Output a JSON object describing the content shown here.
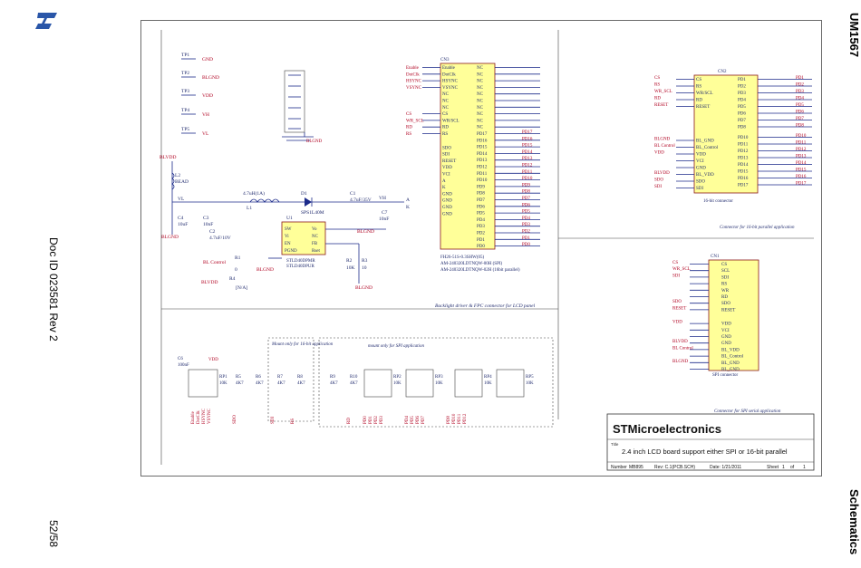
{
  "header": {
    "doc_number": "UM1567",
    "section": "Schematics",
    "doc_id": "Doc ID 023581 Rev 2",
    "page": "52/58"
  },
  "colors": {
    "frame": "#6a6a6a",
    "wire": "#1b2a8a",
    "net": "#b00020",
    "chip_fill": "#ffff99",
    "logo": "#2a56a8"
  },
  "icons": {
    "logo": "st-logo-icon"
  },
  "schematic": {
    "test_points": [
      {
        "ref": "TP1",
        "net": "GND"
      },
      {
        "ref": "TP2",
        "net": "BLGND"
      },
      {
        "ref": "TP3",
        "net": "VDD"
      },
      {
        "ref": "TP4",
        "net": "VH"
      },
      {
        "ref": "TP5",
        "net": "VL"
      }
    ],
    "backlight": {
      "blvdd": "BLVDD",
      "l2": "L2",
      "bead": "BEAD",
      "vl": "VL",
      "vh": "VH",
      "l1": "4.7uH(1A)",
      "l1_ref": "L1",
      "d1": "D1",
      "d1_part": "SPS1L40M",
      "c1": "C1",
      "c1_val": "4.7uF/35V",
      "c7": "C7",
      "c7_val": "10nF",
      "c4": "C4",
      "c4_val": "10uF",
      "c3": "C3",
      "c3_val": "10nF",
      "c2": "C2",
      "c2_val": "4.7uF/10V",
      "u1": "U1",
      "u1_part1": "STLD40DPMR",
      "u1_part2": "STLD40DPUR",
      "u1_pins_left": [
        "SW",
        "Vi",
        "EN",
        "PGND"
      ],
      "u1_pins_right": [
        "Vo",
        "NC",
        "FB",
        "Rset"
      ],
      "r1": "R1",
      "r1_val": "0",
      "r4": "R4",
      "r4_val": "[N/A]",
      "r2": "R2",
      "r2_val": "10K",
      "r3": "R3",
      "r3_val": "10",
      "bl_control": "BL Control",
      "blgnd": "BLGND",
      "a": "A",
      "k": "K",
      "caption": "Backlight driver & FPC connector for LCD panel"
    },
    "cn3": {
      "ref": "CN3",
      "left_nets": [
        "Enable",
        "DotClk",
        "HSYNC",
        "VSYNC",
        "",
        "",
        "",
        "CS",
        "WR_SCL",
        "RD",
        "RS",
        "",
        "",
        "",
        "",
        "",
        "",
        "",
        "",
        "",
        "",
        "",
        "",
        "",
        "",
        "",
        "",
        ""
      ],
      "pins_left": [
        "Enable",
        "DotClk",
        "HSYNC",
        "VSYNC",
        "NC",
        "NC",
        "NC",
        "CS",
        "WR/SCL",
        "RD",
        "RS",
        "SDO",
        "SDI",
        "RESET",
        "VDD",
        "VCI",
        "A",
        "K",
        "GND",
        "GND",
        "GND",
        "GND"
      ],
      "pins_right": [
        "NC",
        "NC",
        "NC",
        "NC",
        "NC",
        "NC",
        "NC",
        "NC",
        "NC",
        "NC",
        "PD17",
        "PD16",
        "PD15",
        "PD14",
        "PD13",
        "PD12",
        "PD11",
        "PD10",
        "PD9",
        "PD8",
        "PD7",
        "PD6",
        "PD5",
        "PD4",
        "PD3",
        "PD2",
        "PD1",
        "PD0"
      ],
      "part1": "FH26-51S-0.3SHW(05)",
      "part2": "AM-240320LDTNQW-00H (SPI)",
      "part3": "AM-240320LDTNQW-02H (16bit parallel)"
    },
    "cn2": {
      "ref": "CN2",
      "left": [
        "CS",
        "RS",
        "WR_SCL",
        "RD",
        "RESET",
        "BLGND",
        "BL Control",
        "VDD",
        "",
        "",
        "BLVDD",
        "SDO",
        "SDI"
      ],
      "pins_left": [
        "CS",
        "RS",
        "WR/SCL",
        "RD",
        "RESET",
        "BL_GND",
        "BL_Control",
        "VDD",
        "VCI",
        "GND",
        "BL_VDD",
        "SDO",
        "SDI"
      ],
      "pins_right": [
        "PD1",
        "PD2",
        "PD3",
        "PD4",
        "PD5",
        "PD6",
        "PD7",
        "PD8",
        "PD10",
        "PD11",
        "PD12",
        "PD13",
        "PD14",
        "PD15",
        "PD16",
        "PD17"
      ],
      "label": "16-bit connector",
      "caption": "Connector for 16-bit parallel application"
    },
    "cn1": {
      "ref": "CN1",
      "left": [
        "CS",
        "WR_SCL",
        "SDI",
        "",
        "",
        "",
        "SDO",
        "RESET",
        "VDD",
        "",
        "",
        "BLVDD",
        "BL Control",
        "",
        "BLGND"
      ],
      "pins": [
        "CS",
        "SCL",
        "SDI",
        "RS",
        "WR",
        "RD",
        "SDO",
        "RESET",
        "VDD",
        "VCI",
        "GND",
        "GND",
        "BL_VDD",
        "BL_Control",
        "BL_GND",
        "BL_GND"
      ],
      "label": "SPI connector",
      "caption": "Connector for SPI serial application"
    },
    "bottom": {
      "c6": "C6",
      "c6_val": "100nF",
      "vdd": "VDD",
      "rp1": "RP1",
      "rp1_val": "10K",
      "r5": "R5",
      "r6": "R6",
      "r7": "R7",
      "r8": "R8",
      "r9": "R9",
      "r10": "R10",
      "r_val": "4K7",
      "rp2": "RP2",
      "rp3": "RP3",
      "rp4": "RP4",
      "rp5": "RP5",
      "rp_val": "10K",
      "mount16": "Mount only for 16-bit application",
      "mountspi": "mount only for SPI application",
      "nets_a": [
        "Enable",
        "DotClk",
        "HSYNC",
        "VSYNC"
      ],
      "nets_b": [
        "SDO",
        "SDI",
        "RS",
        "RD"
      ],
      "nets_c": [
        "PD0",
        "PD1",
        "PD2",
        "PD3",
        "PD4",
        "PD5",
        "PD6",
        "PD7",
        "PD8",
        "PD10",
        "PD11",
        "PD12"
      ]
    },
    "title_block": {
      "company": "STMicroelectronics",
      "title_label": "Title",
      "title": "2.4 inch LCD board support either SPI or 16-bit parallel",
      "number_label": "Number",
      "number": "MB895",
      "rev": "Rev: C.1(PCB.SCH)",
      "date": "Date: 1/21/2011",
      "sheet_label": "Sheet",
      "sheet": "1",
      "of": "of",
      "sheets": "1"
    }
  }
}
